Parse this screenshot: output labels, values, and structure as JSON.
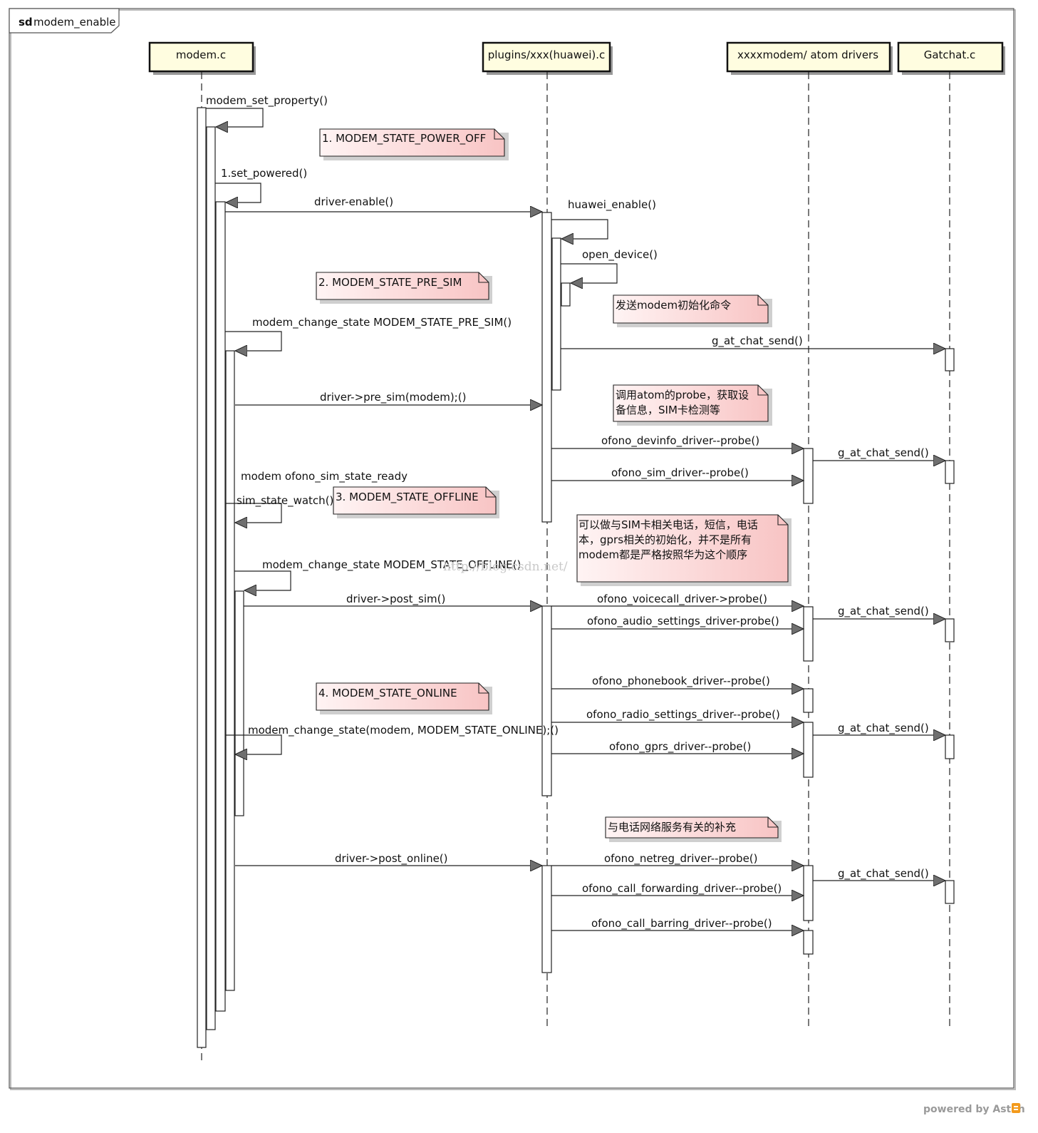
{
  "frame": {
    "keyword": "sd",
    "name": "modem_enable"
  },
  "colors": {
    "header_fill": "#fffde0",
    "note_fill_start": "#fff4f4",
    "note_fill_end": "#f8c4c4",
    "line": "#222222",
    "astah_orange": "#f39a1c"
  },
  "lifelines": [
    {
      "id": "modem",
      "label": "modem.c"
    },
    {
      "id": "plugin",
      "label": "plugins/xxx(huawei).c"
    },
    {
      "id": "atom",
      "label": "xxxxmodem/ atom drivers"
    },
    {
      "id": "gatchat",
      "label": "Gatchat.c"
    }
  ],
  "notes": {
    "n1": [
      "1. MODEM_STATE_POWER_OFF"
    ],
    "n2": [
      "2. MODEM_STATE_PRE_SIM"
    ],
    "n3": [
      "3. MODEM_STATE_OFFLINE"
    ],
    "n4": [
      "4. MODEM_STATE_ONLINE"
    ],
    "n5": [
      "发送modem初始化命令"
    ],
    "n6": [
      "调用atom的probe，获取设",
      "备信息，SIM卡检测等"
    ],
    "n7": [
      "可以做与SIM卡相关电话，短信，电话",
      "本，gprs相关的初始化，并不是所有",
      "modem都是严格按照华为这个顺序"
    ],
    "n8": [
      "与电话网络服务有关的补充"
    ]
  },
  "messages": {
    "set_property": "modem_set_property()",
    "set_powered": "1.set_powered()",
    "driver_enable": "driver-enable()",
    "huawei_enable": "huawei_enable()",
    "open_device": "open_device()",
    "change_state_pre_sim": "modem_change_state   MODEM_STATE_PRE_SIM()",
    "g_at_chat_send_1": "g_at_chat_send()",
    "pre_sim": "driver->pre_sim(modem);()",
    "devinfo_probe": "ofono_devinfo_driver--probe()",
    "g_at_chat_send_2": "g_at_chat_send()",
    "sim_probe": "ofono_sim_driver--probe()",
    "sim_state_ready": "modem ofono_sim_state_ready",
    "sim_state_watch": "sim_state_watch()",
    "change_state_offline": "modem_change_state   MODEM_STATE_OFFLINE()",
    "post_sim": "driver->post_sim()",
    "voicecall_probe": "ofono_voicecall_driver->probe()",
    "g_at_chat_send_3": "g_at_chat_send()",
    "audio_probe": "ofono_audio_settings_driver-probe()",
    "phonebook_probe": "ofono_phonebook_driver--probe()",
    "radio_probe": "ofono_radio_settings_driver--probe()",
    "change_state_online": "modem_change_state(modem, MODEM_STATE_ONLINE);()",
    "g_at_chat_send_4": "g_at_chat_send()",
    "gprs_probe": "ofono_gprs_driver--probe()",
    "post_online": "driver->post_online()",
    "netreg_probe": "ofono_netreg_driver--probe()",
    "g_at_chat_send_5": "g_at_chat_send()",
    "call_forwarding_probe": "ofono_call_forwarding_driver--probe()",
    "call_barring_probe": "ofono_call_barring_driver--probe()"
  },
  "watermark": "http://blog.csdn.net/",
  "footer": {
    "text": "powered by Astah"
  }
}
